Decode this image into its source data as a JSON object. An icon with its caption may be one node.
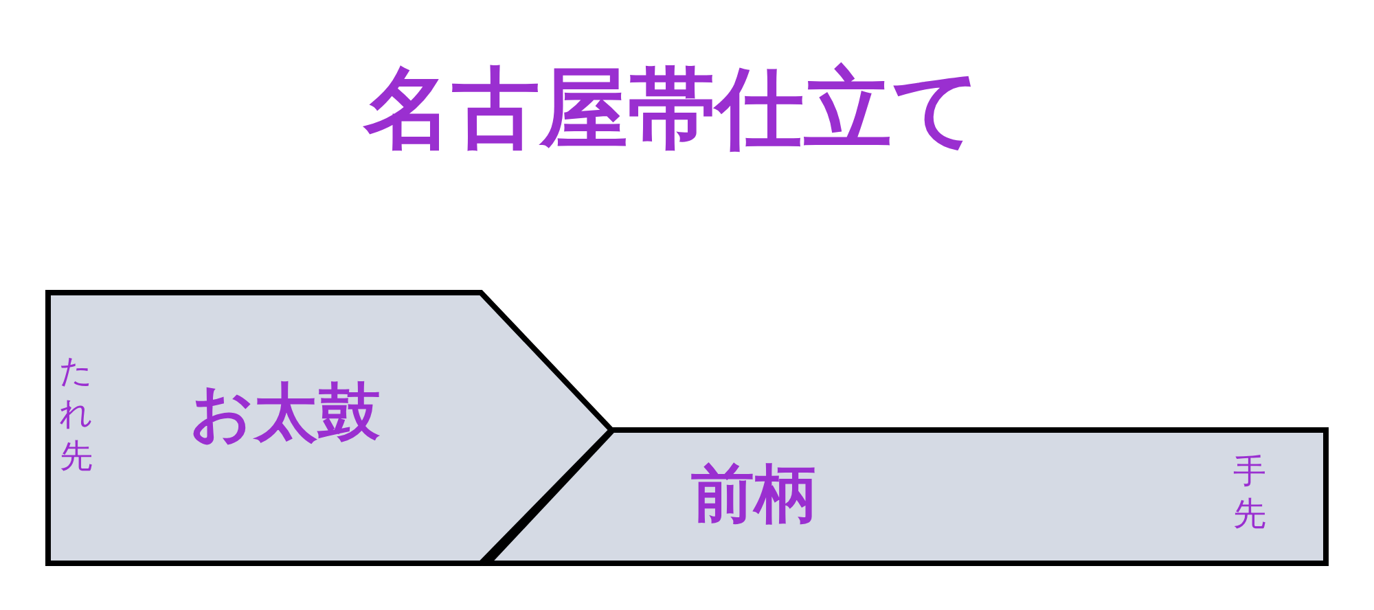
{
  "diagram": {
    "title": "名古屋帯仕立て",
    "nodes": [
      {
        "text": [
          "たれ先",
          "お太鼓"
        ]
      },
      {
        "text": [
          "前柄",
          "手先"
        ]
      }
    ]
  }
}
